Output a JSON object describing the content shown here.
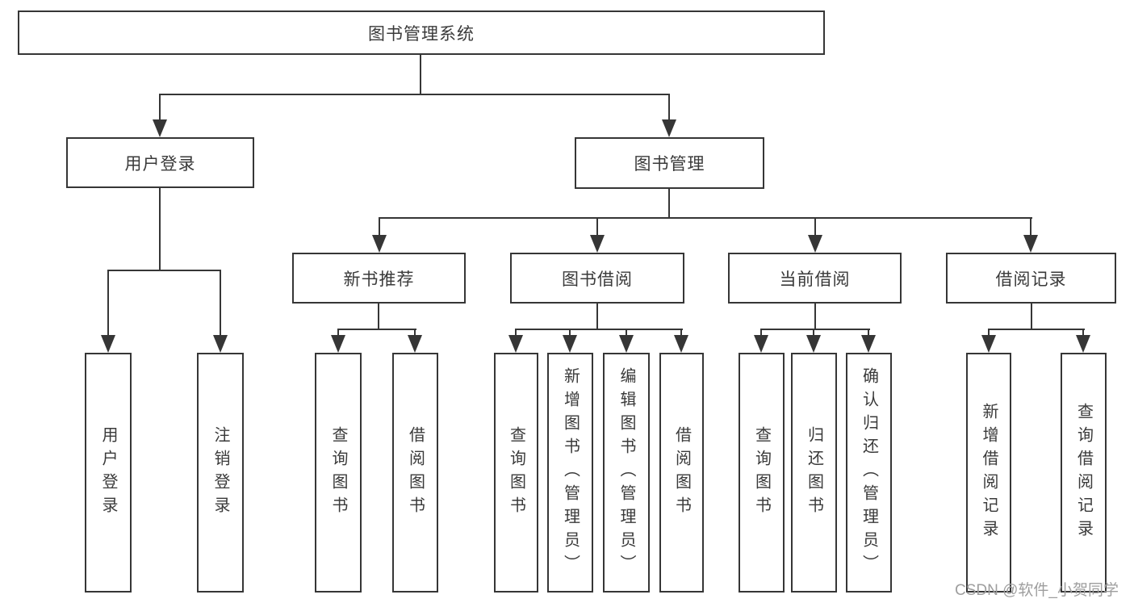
{
  "tree": {
    "label": "图书管理系统",
    "children": [
      {
        "label": "用户登录",
        "children": [
          {
            "label": "用户登录"
          },
          {
            "label": "注销登录"
          }
        ]
      },
      {
        "label": "图书管理",
        "children": [
          {
            "label": "新书推荐",
            "children": [
              {
                "label": "查询图书"
              },
              {
                "label": "借阅图书"
              }
            ]
          },
          {
            "label": "图书借阅",
            "children": [
              {
                "label": "查询图书"
              },
              {
                "label": "新增图书（管理员）"
              },
              {
                "label": "编辑图书（管理员）"
              },
              {
                "label": "借阅图书"
              }
            ]
          },
          {
            "label": "当前借阅",
            "children": [
              {
                "label": "查询图书"
              },
              {
                "label": "归还图书"
              },
              {
                "label": "确认归还（管理员）"
              }
            ]
          },
          {
            "label": "借阅记录",
            "children": [
              {
                "label": "新增借阅记录"
              },
              {
                "label": "查询借阅记录"
              }
            ]
          }
        ]
      }
    ]
  },
  "watermark": {
    "text": "CSDN @软件_小贺同学"
  },
  "colors": {
    "line": "#363636",
    "text": "#3a3a3a",
    "watermark": "#9e9e9e",
    "background": "#ffffff"
  }
}
